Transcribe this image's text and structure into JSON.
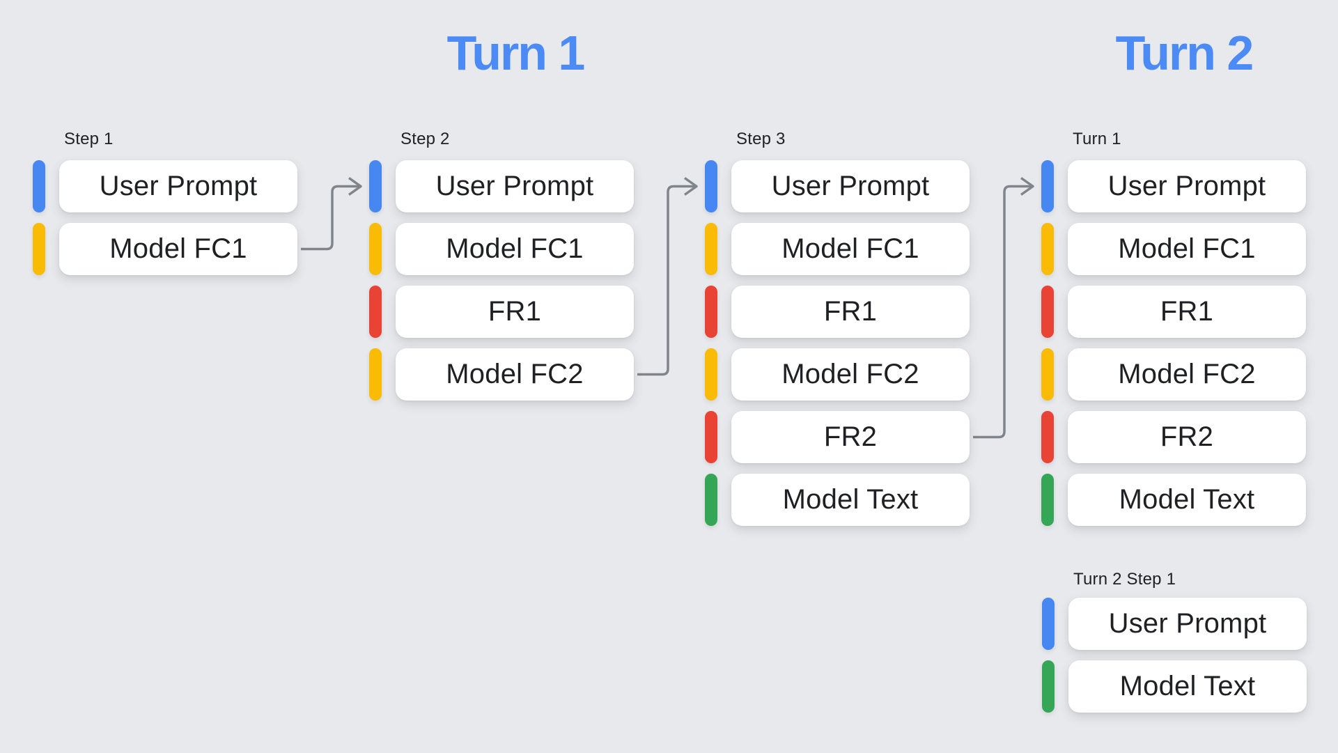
{
  "page": {
    "background": "#E8E9ED"
  },
  "titles": [
    {
      "text": "Turn 1"
    },
    {
      "text": "Turn 2"
    }
  ],
  "palette": {
    "title_blue": "#4C8BF5",
    "blue": "#4787F2",
    "yellow": "#F9BB04",
    "red": "#E94335",
    "green": "#34A655",
    "arrow_gray": "#7F858B",
    "card_white": "#FFFFFF",
    "text_dark": "#1F2023"
  },
  "columns": [
    {
      "label": "Step 1",
      "rows": [
        {
          "text": "User Prompt",
          "color": "blue"
        },
        {
          "text": "Model FC1",
          "color": "yellow"
        }
      ]
    },
    {
      "label": "Step 2",
      "rows": [
        {
          "text": "User Prompt",
          "color": "blue"
        },
        {
          "text": "Model FC1",
          "color": "yellow"
        },
        {
          "text": "FR1",
          "color": "red"
        },
        {
          "text": "Model FC2",
          "color": "yellow"
        }
      ]
    },
    {
      "label": "Step 3",
      "rows": [
        {
          "text": "User Prompt",
          "color": "blue"
        },
        {
          "text": "Model FC1",
          "color": "yellow"
        },
        {
          "text": "FR1",
          "color": "red"
        },
        {
          "text": "Model FC2",
          "color": "yellow"
        },
        {
          "text": "FR2",
          "color": "red"
        },
        {
          "text": "Model Text",
          "color": "green"
        }
      ]
    },
    {
      "label": "Turn 1",
      "rows": [
        {
          "text": "User Prompt",
          "color": "blue"
        },
        {
          "text": "Model FC1",
          "color": "yellow"
        },
        {
          "text": "FR1",
          "color": "red"
        },
        {
          "text": "Model FC2",
          "color": "yellow"
        },
        {
          "text": "FR2",
          "color": "red"
        },
        {
          "text": "Model Text",
          "color": "green"
        }
      ]
    },
    {
      "label": "Turn 2 Step 1",
      "rows": [
        {
          "text": "User Prompt",
          "color": "blue"
        },
        {
          "text": "Model Text",
          "color": "green"
        }
      ]
    }
  ],
  "arrows": [
    {
      "from_column": 0,
      "from_row": 1,
      "to_column": 1,
      "to_row": 0
    },
    {
      "from_column": 1,
      "from_row": 3,
      "to_column": 2,
      "to_row": 0
    },
    {
      "from_column": 2,
      "from_row": 4,
      "to_column": 3,
      "to_row": 0
    }
  ]
}
